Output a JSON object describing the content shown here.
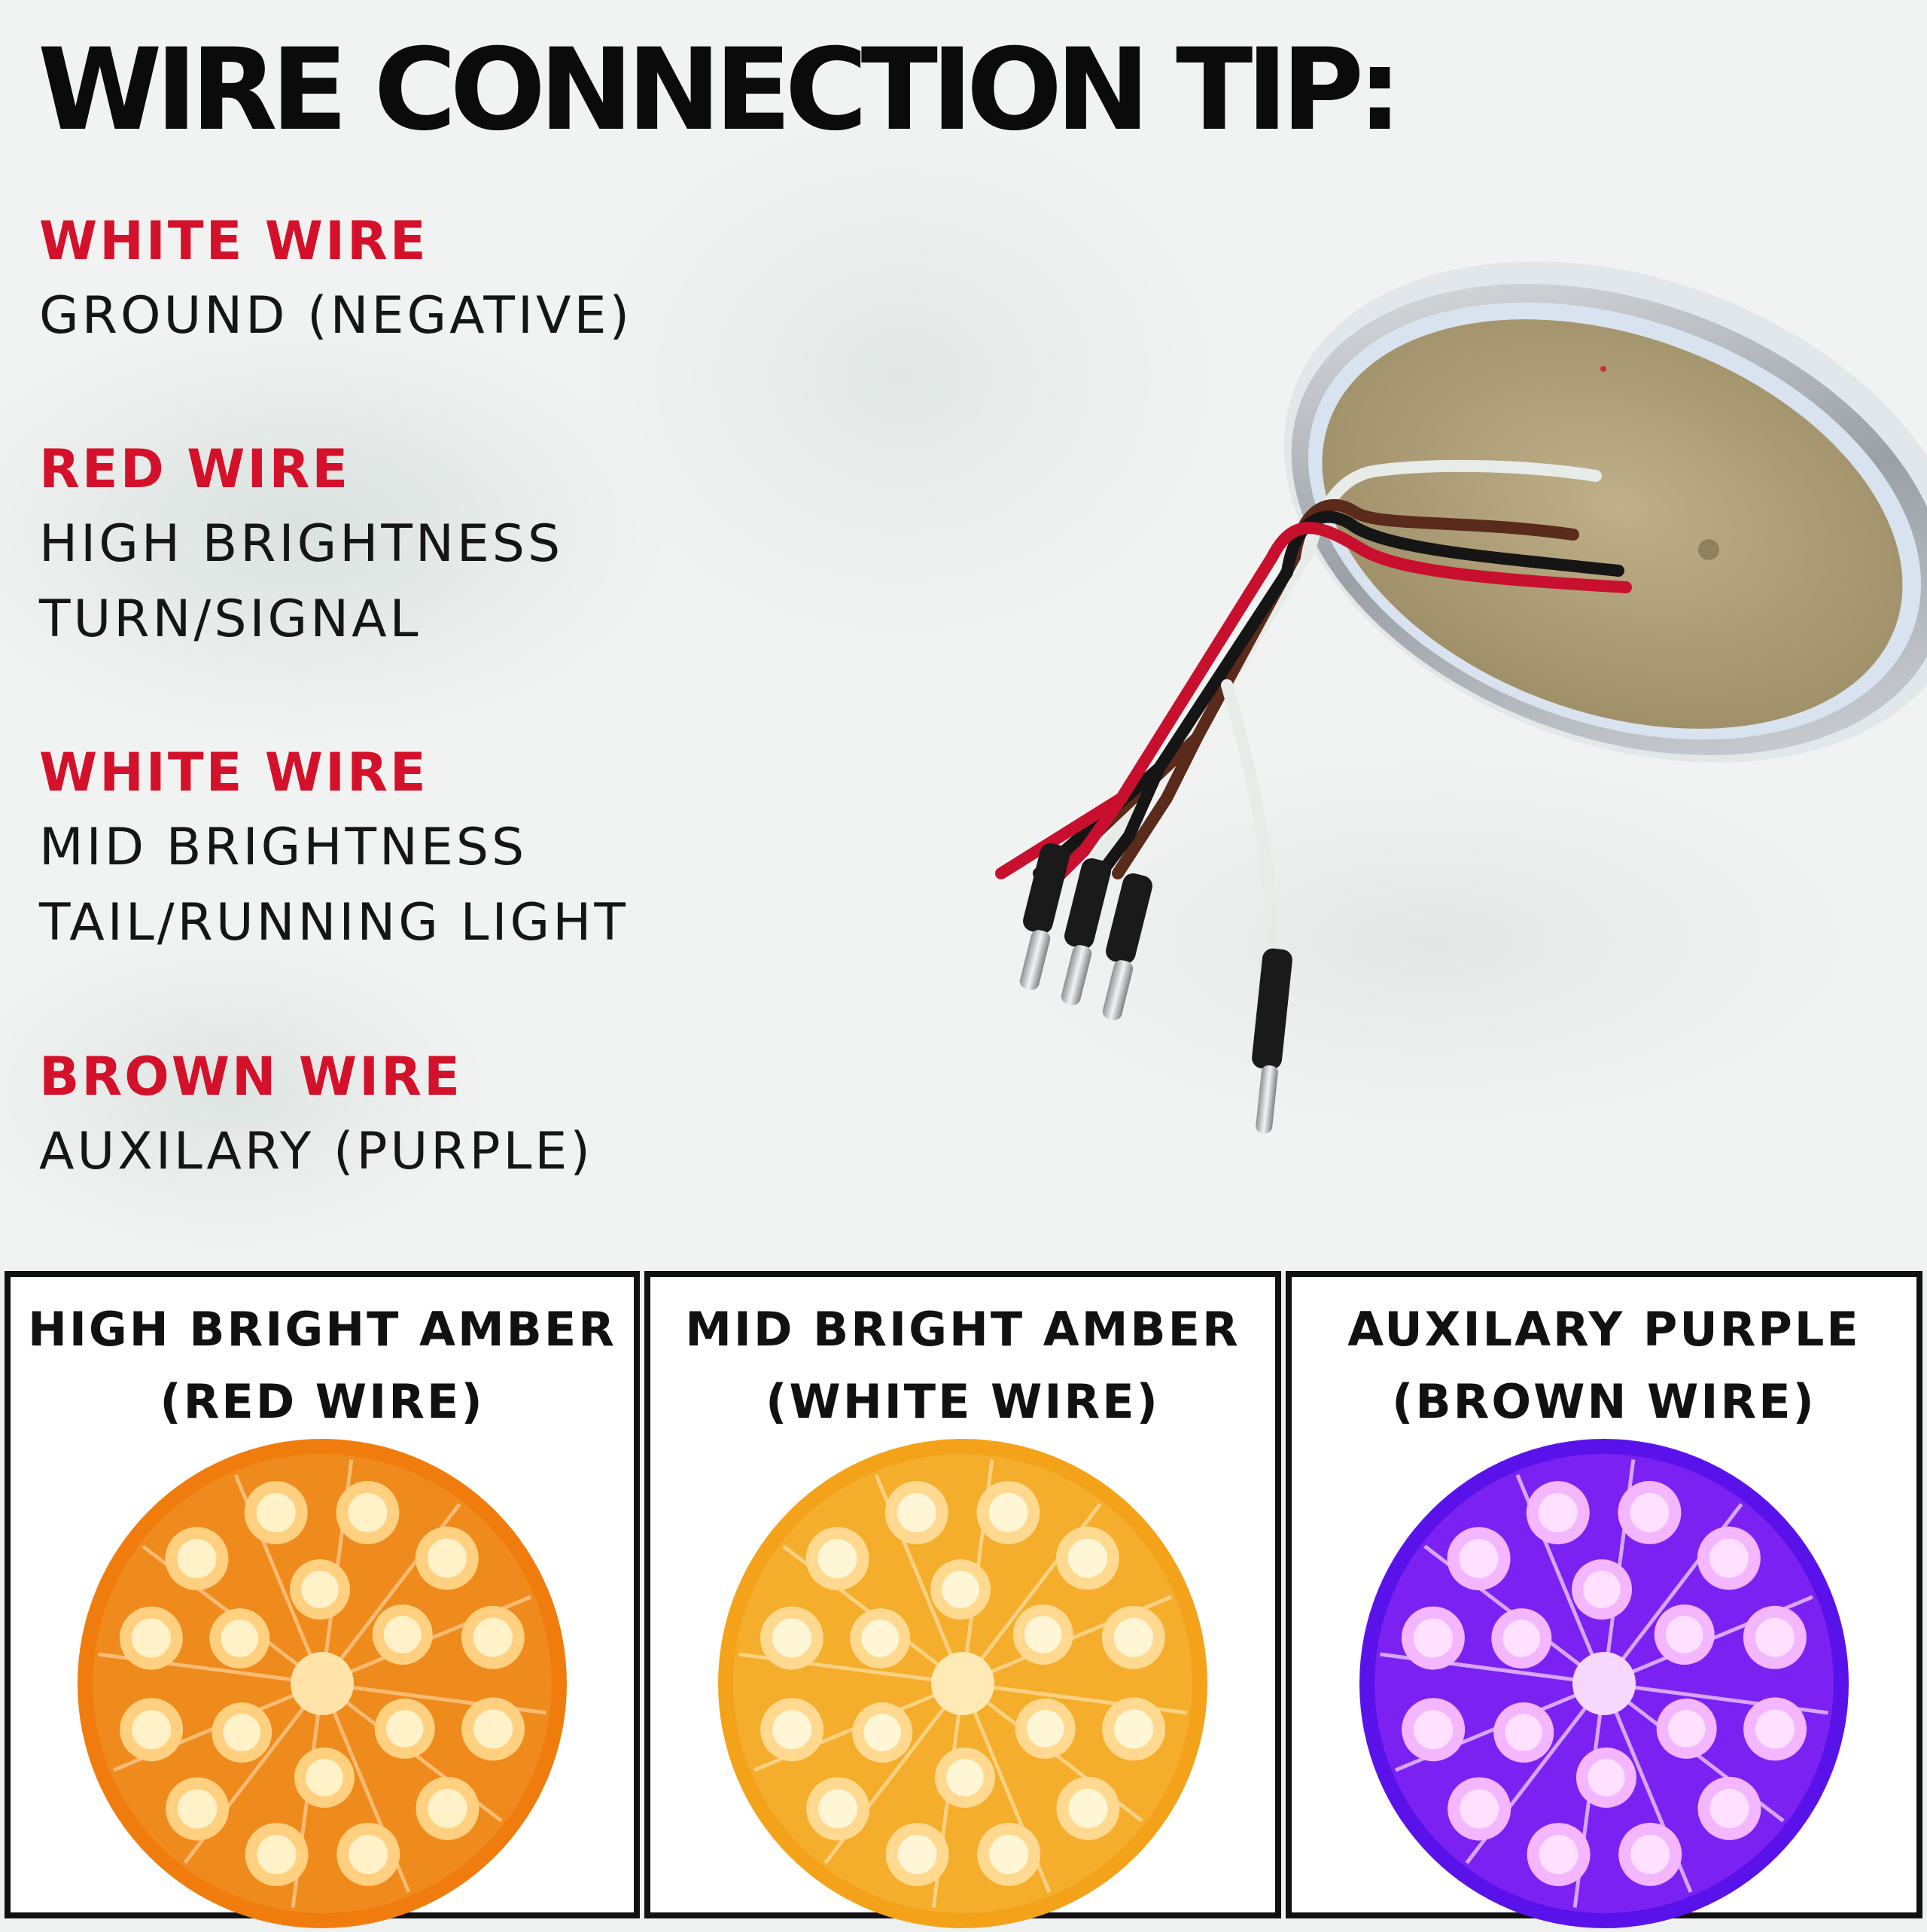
{
  "title": "WIRE CONNECTION TIP:",
  "wires": [
    {
      "name": "WHITE WIRE",
      "desc": [
        "GROUND (NEGATIVE)"
      ]
    },
    {
      "name": "RED WIRE",
      "desc": [
        "HIGH BRIGHTNESS",
        "TURN/SIGNAL"
      ]
    },
    {
      "name": "WHITE WIRE",
      "desc": [
        "MID BRIGHTNESS",
        "TAIL/RUNNING LIGHT"
      ]
    },
    {
      "name": "BROWN WIRE",
      "desc": [
        "AUXILARY (PURPLE)"
      ]
    }
  ],
  "panels": [
    {
      "line1": "HIGH BRIGHT AMBER",
      "line2": "(RED WIRE)",
      "color": "#f07c0e"
    },
    {
      "line1": "MID BRIGHT AMBER",
      "line2": "(WHITE WIRE)",
      "color": "#f3a21a"
    },
    {
      "line1": "AUXILARY PURPLE",
      "line2": "(BROWN WIRE)",
      "color": "#6a1cf0"
    }
  ],
  "colors": {
    "accent_red": "#d4112a",
    "title": "#0b0b0b",
    "wire_red": "#c8102e",
    "wire_brown": "#5a2a1a",
    "wire_black": "#151515",
    "wire_white": "#e8ece8"
  }
}
